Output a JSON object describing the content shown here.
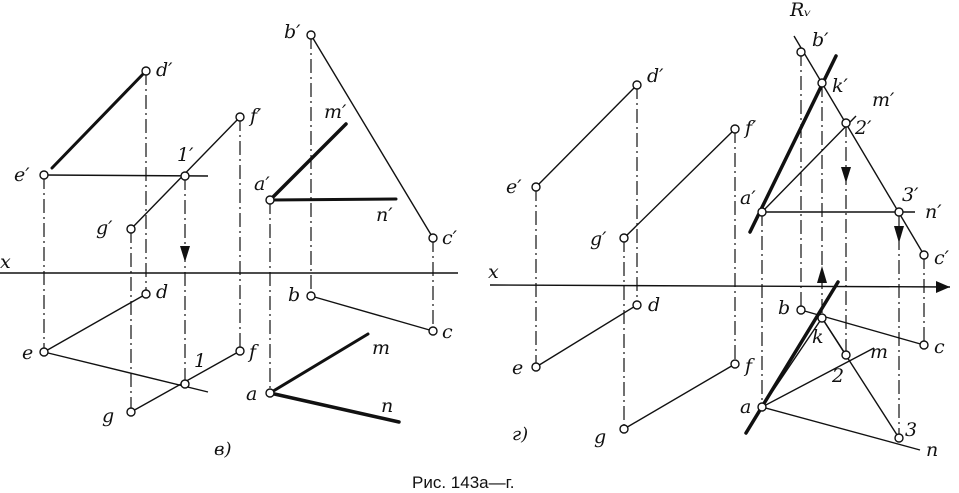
{
  "caption": "Рис. 143а—г.",
  "panel_v": {
    "sublabel": "в)",
    "axis_label": "x",
    "points": {
      "d1": "d′",
      "f1": "f′",
      "e1": "e′",
      "p1": "1′",
      "g1": "g′",
      "d": "d",
      "e": "e",
      "f": "f",
      "p": "1",
      "g": "g",
      "b1": "b′",
      "m1": "m′",
      "a1": "a′",
      "n1": "n′",
      "c1": "c′",
      "b": "b",
      "c": "c",
      "m": "m",
      "a": "a",
      "n": "n"
    }
  },
  "panel_g": {
    "sublabel": "г)",
    "axis_label": "x",
    "plane_label": "Rᵥ",
    "points": {
      "d1": "d′",
      "f1": "f′",
      "e1": "e′",
      "g1": "g′",
      "d": "d",
      "e": "e",
      "f": "f",
      "g": "g",
      "b1": "b′",
      "k1": "k′",
      "m1": "m′",
      "p2_1": "2′",
      "a1": "a′",
      "p3_1": "3′",
      "n1": "n′",
      "c1": "c′",
      "b": "b",
      "k": "k",
      "m": "m",
      "p2": "2",
      "a": "a",
      "c": "c",
      "p3": "3",
      "n": "n"
    }
  }
}
